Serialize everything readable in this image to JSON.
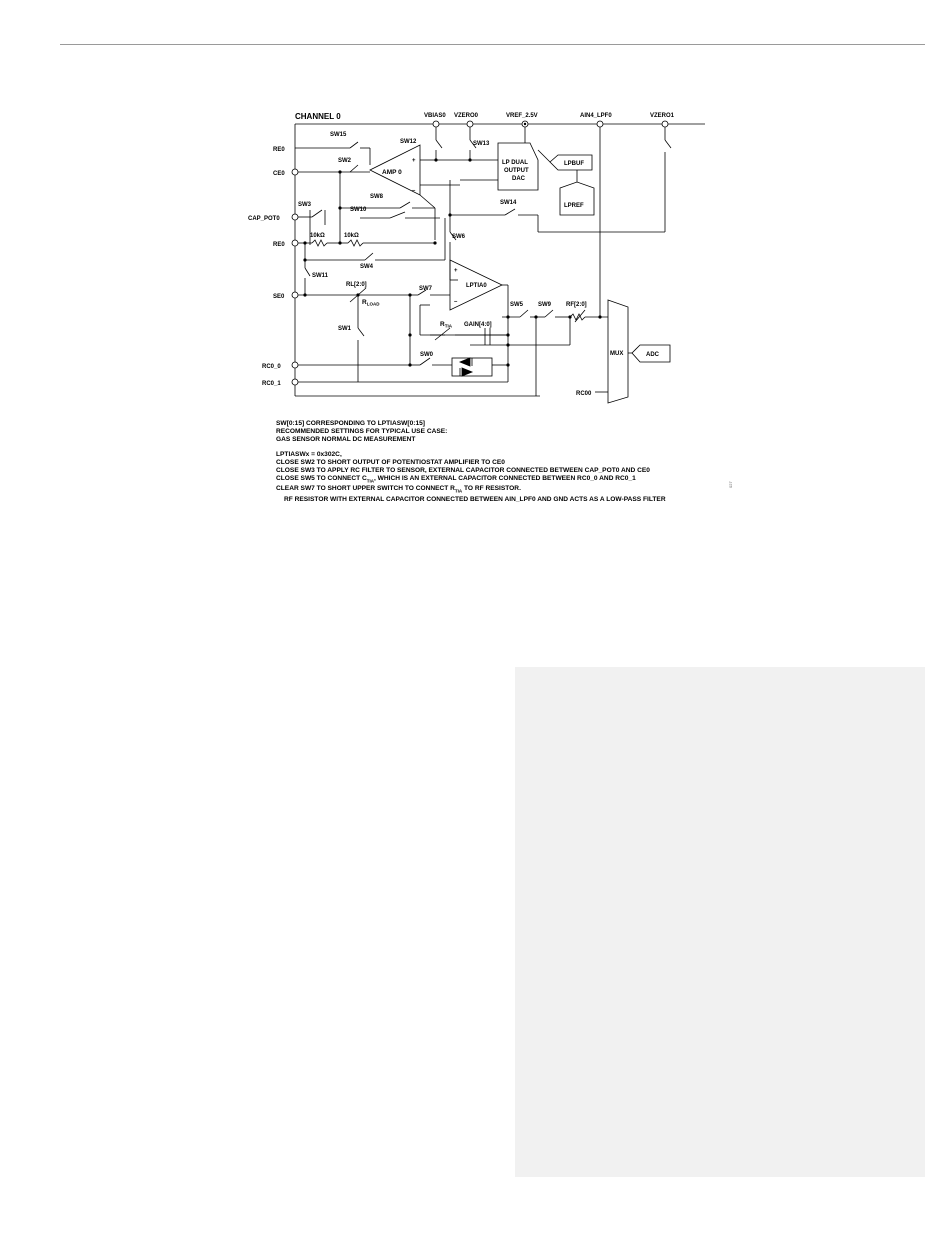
{
  "figure": {
    "title": "CHANNEL 0",
    "pins_top": [
      "VBIAS0",
      "VZERO0",
      "VREF_2.5V",
      "AIN4_LPF0",
      "VZERO1"
    ],
    "pins_left": [
      "RE0",
      "CE0",
      "CAP_POT0",
      "RE0",
      "SE0",
      "RC0_0",
      "RC0_1"
    ],
    "switches": [
      "SW15",
      "SW12",
      "SW13",
      "SW2",
      "SW8",
      "SW10",
      "SW14",
      "SW3",
      "SW6",
      "SW4",
      "SW11",
      "SW7",
      "SW5",
      "SW9",
      "SW1",
      "SW0"
    ],
    "blocks": {
      "amp": "AMP 0",
      "dac": [
        "LP DUAL",
        "OUTPUT",
        "DAC"
      ],
      "lpbuf": "LPBUF",
      "lpref": "LPREF",
      "tia": "LPTIA0",
      "mux": "MUX",
      "adc": "ADC"
    },
    "resistors": [
      "10kΩ",
      "10kΩ"
    ],
    "labels": {
      "rl": "RL[2:0]",
      "rload_main": "R",
      "rload_sub": "LOAD",
      "rtia_main": "R",
      "rtia_sub": "TIA",
      "gain": "GAIN[4:0]",
      "rf": "RF[2:0]",
      "rc00": "RC00",
      "plus": "+",
      "minus": "–"
    },
    "figure_number": "027"
  },
  "notes": {
    "line1": "SW[0:15] CORRESPONDING TO LPTIASW[0:15]",
    "line2": "RECOMMENDED SETTINGS FOR TYPICAL USE CASE:",
    "line3": "GAS SENSOR NORMAL DC MEASUREMENT",
    "line4": "LPTIASWx = 0x302C,",
    "line5": "CLOSE SW2 TO SHORT OUTPUT OF POTENTIOSTAT AMPLIFIER TO CE0",
    "line6": "CLOSE SW3 TO APPLY RC FILTER TO SENSOR, EXTERNAL CAPACITOR CONNECTED BETWEEN CAP_POT0 AND CE0",
    "line7a": "CLOSE SW5 TO CONNECT C",
    "line7sub": "TIA",
    "line7b": ", WHICH IS AN EXTERNAL CAPACITOR CONNECTED BETWEEN RC0_0 AND RC0_1",
    "line8a": "CLEAR SW7 TO SHORT UPPER SWITCH TO CONNECT R",
    "line8sub": "TIA",
    "line8b": " TO RF RESISTOR.",
    "line9": "RF RESISTOR WITH EXTERNAL CAPACITOR CONNECTED BETWEEN AIN_LPF0 AND GND ACTS AS A LOW-PASS FILTER"
  }
}
